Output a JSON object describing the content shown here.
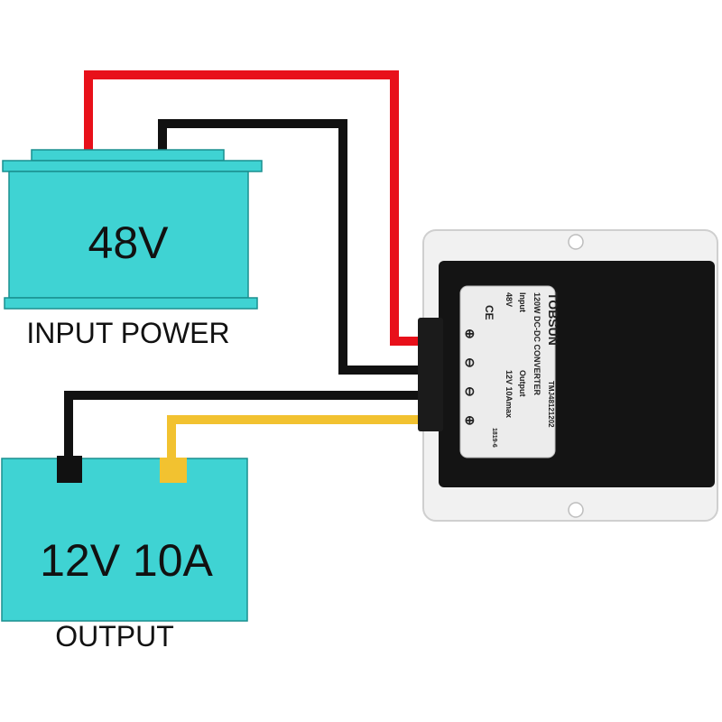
{
  "input": {
    "voltage": "48V",
    "caption": "INPUT POWER"
  },
  "output": {
    "rating": "12V 10A",
    "caption": "OUTPUT"
  },
  "converter": {
    "brand": "TOBSUN",
    "model": "TMJ48121202",
    "description": "120W DC-DC CONVERTER",
    "ce_mark": "CE",
    "input_label": "Input",
    "input_value": "48V",
    "output_label": "Output",
    "output_value": "12V 10Amax",
    "date_code": "1819-6",
    "plus_symbol": "⊕",
    "minus_symbol": "⊖"
  },
  "colors": {
    "battery": "#3fd3d3",
    "battery_stroke": "#1a8f8f",
    "wire_positive_in": "#e8101a",
    "wire_negative": "#111111",
    "wire_positive_out": "#f2c230",
    "converter_case": "#f1f1f1",
    "converter_face": "#141414",
    "label_plate": "#ececec"
  },
  "icons": {
    "battery_input": "battery-icon",
    "battery_output": "battery-icon",
    "converter": "dc-dc-converter-icon"
  }
}
